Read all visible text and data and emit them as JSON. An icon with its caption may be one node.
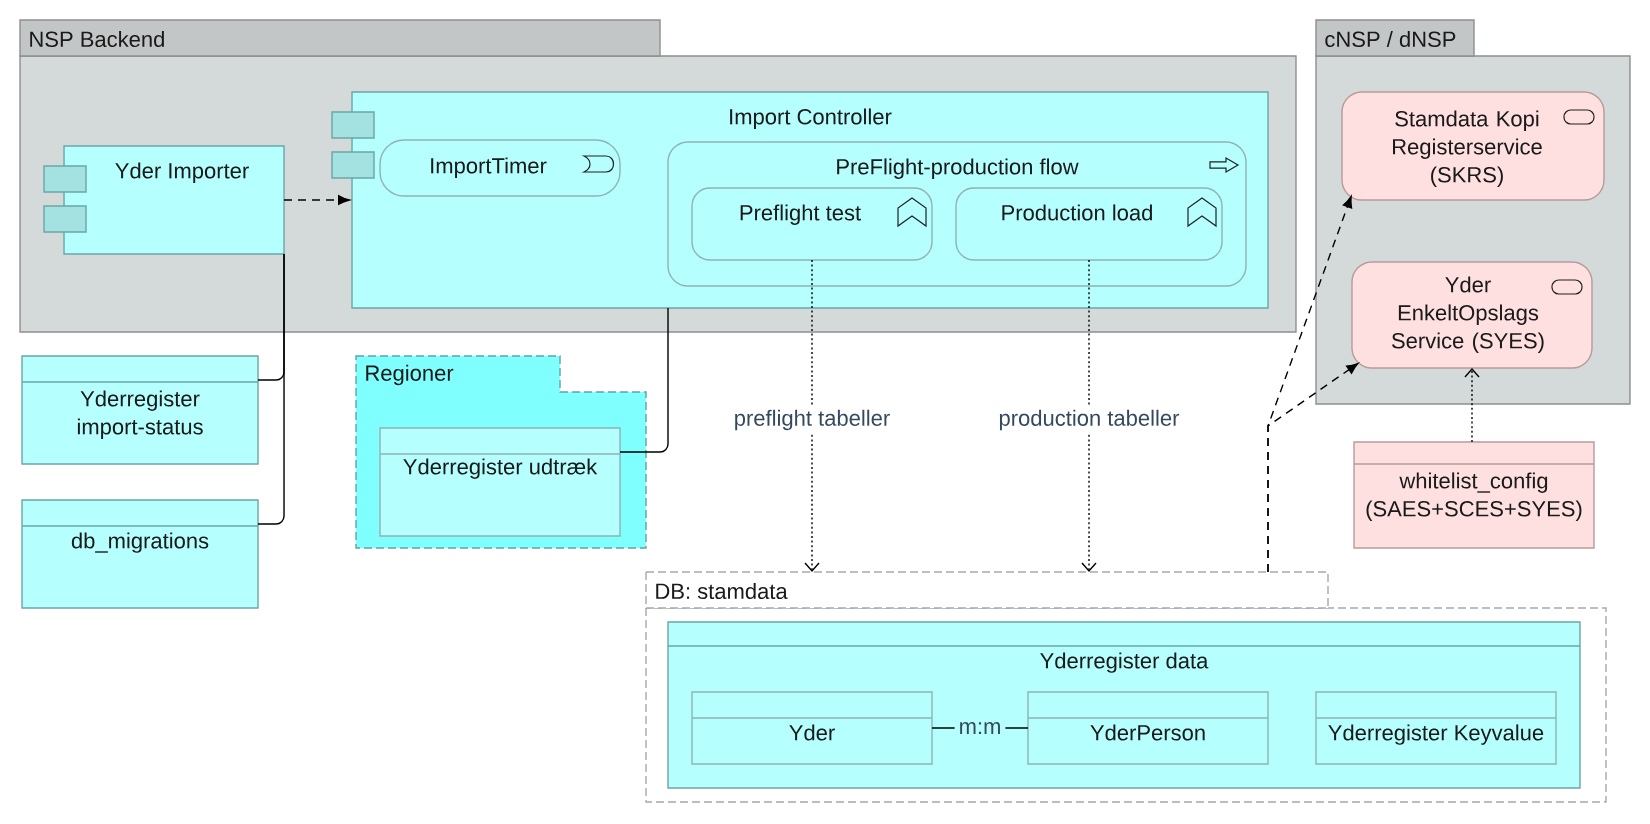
{
  "diagram": {
    "nodes": [
      {
        "text": [
          "NSP Backend"
        ]
      },
      {
        "text": [
          "Yder Importer"
        ],
        "in": 0
      },
      {
        "text": [
          "Import Controller"
        ],
        "in": 0
      },
      {
        "text": [
          "ImportTimer"
        ],
        "in": 2
      },
      {
        "text": [
          "PreFlight-production flow"
        ],
        "in": 2
      },
      {
        "text": [
          "Preflight test"
        ],
        "in": 4
      },
      {
        "text": [
          "Production load"
        ],
        "in": 4
      },
      {
        "text": [
          "Yderregister import-status"
        ]
      },
      {
        "text": [
          "db_migrations"
        ]
      },
      {
        "text": [
          "Regioner"
        ]
      },
      {
        "text": [
          "Yderregister udtræk"
        ],
        "in": 9
      },
      {
        "text": [
          "cNSP / dNSP"
        ]
      },
      {
        "text": [
          "Stamdata Kopi Registerservice (SKRS)"
        ],
        "in": 11
      },
      {
        "text": [
          "Yder EnkeltOpslags Service (SYES)"
        ],
        "in": 11
      },
      {
        "text": [
          "whitelist_config (SAES+SCES+SYES)"
        ]
      },
      {
        "text": [
          "DB: stamdata"
        ]
      },
      {
        "text": [
          "Yderregister data"
        ],
        "in": 15
      },
      {
        "text": [
          "Yder"
        ],
        "in": 16
      },
      {
        "text": [
          "YderPerson"
        ],
        "in": 16
      },
      {
        "text": [
          "Yderregister Keyvalue"
        ],
        "in": 16
      }
    ],
    "edges": [
      {
        "from": 1,
        "to": 2,
        "arrow": "to",
        "style": "dashed"
      },
      {
        "from": 1,
        "to": 7,
        "arrow": "none"
      },
      {
        "from": 1,
        "to": 8,
        "arrow": "none"
      },
      {
        "from": 2,
        "to": 10,
        "arrow": "none"
      },
      {
        "from": 5,
        "to": 15,
        "arrow": "to",
        "style": "dashed",
        "label": "preflight tabeller"
      },
      {
        "from": 6,
        "to": 15,
        "arrow": "to",
        "style": "dashed",
        "label": "production tabeller"
      },
      {
        "from": 15,
        "to": 12,
        "arrow": "to",
        "style": "dashed"
      },
      {
        "from": 15,
        "to": 13,
        "arrow": "to",
        "style": "dashed"
      },
      {
        "from": 14,
        "to": 13,
        "arrow": "to",
        "style": "dashed"
      },
      {
        "from": 17,
        "to": 18,
        "arrow": "none",
        "label": "m:m"
      }
    ]
  }
}
